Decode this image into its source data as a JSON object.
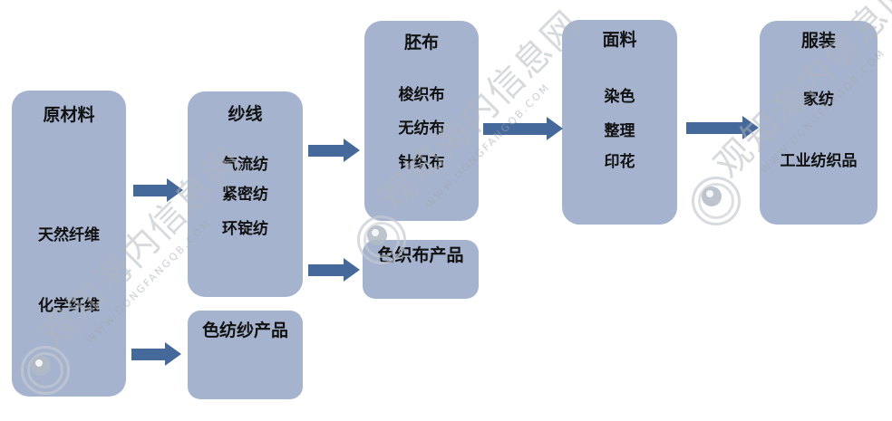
{
  "colors": {
    "background": "#ffffff",
    "box_fill": "#a6b3ce",
    "arrow": "#46699b",
    "text": "#111111"
  },
  "flowchart": {
    "boxes": [
      {
        "title": "原材料",
        "items": [
          "天然纤维",
          "化学纤维"
        ]
      },
      {
        "title": "纱线",
        "items": [
          "气流纺",
          "紧密纺",
          "环锭纺"
        ]
      },
      {
        "title": "色纺纱产品",
        "items": []
      },
      {
        "title": "胚布",
        "items": [
          "梭织布",
          "无纺布",
          "针织布"
        ]
      },
      {
        "title": "色织布产品",
        "items": []
      },
      {
        "title": "面料",
        "items": [
          "染色",
          "整理",
          "印花"
        ]
      },
      {
        "title": "服装",
        "items": [
          "家纺",
          "工业纺织品"
        ]
      }
    ]
  },
  "watermark": {
    "cn_text": "观知海内信息网",
    "url_text": "WWW.DONGFANGQB.COM",
    "logo": "copyright-rings-icon"
  }
}
